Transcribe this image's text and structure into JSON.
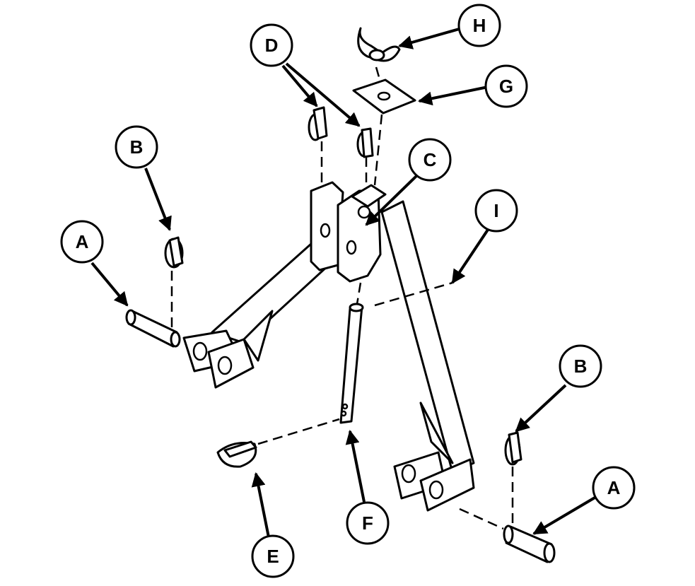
{
  "callouts": {
    "a_left": "A",
    "a_right": "A",
    "b_left": "B",
    "b_right": "B",
    "c": "C",
    "d": "D",
    "e": "E",
    "f": "F",
    "g": "G",
    "h": "H",
    "i": "I"
  }
}
